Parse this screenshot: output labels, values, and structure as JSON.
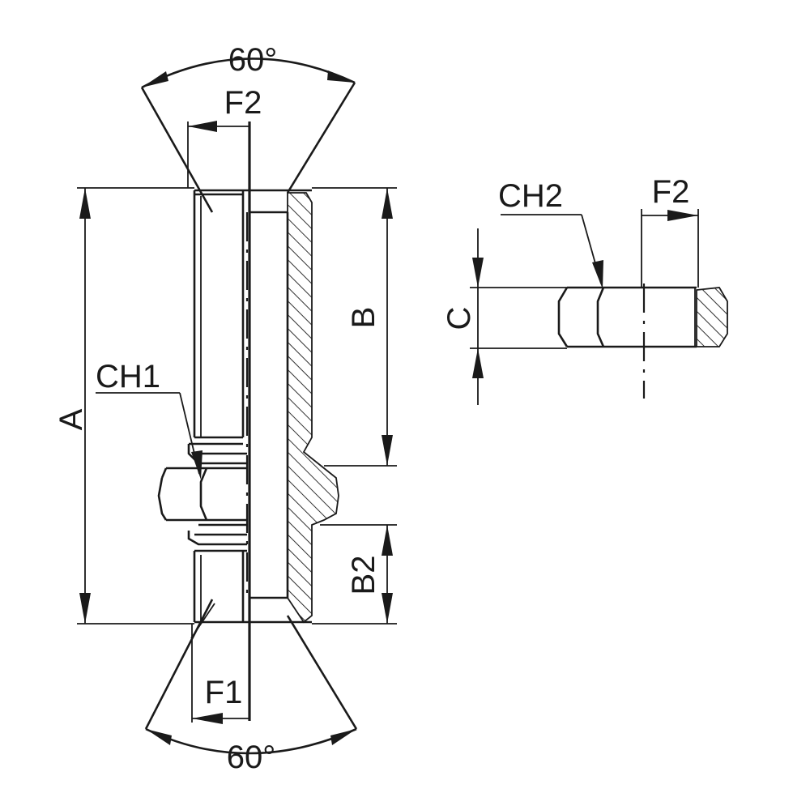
{
  "labels": {
    "angle_top": "60°",
    "angle_bottom": "60°",
    "f2_left": "F2",
    "f2_right": "F2",
    "f1": "F1",
    "ch1": "CH1",
    "ch2": "CH2",
    "dim_a": "A",
    "dim_b": "B",
    "dim_b2": "B2",
    "dim_c": "C"
  }
}
